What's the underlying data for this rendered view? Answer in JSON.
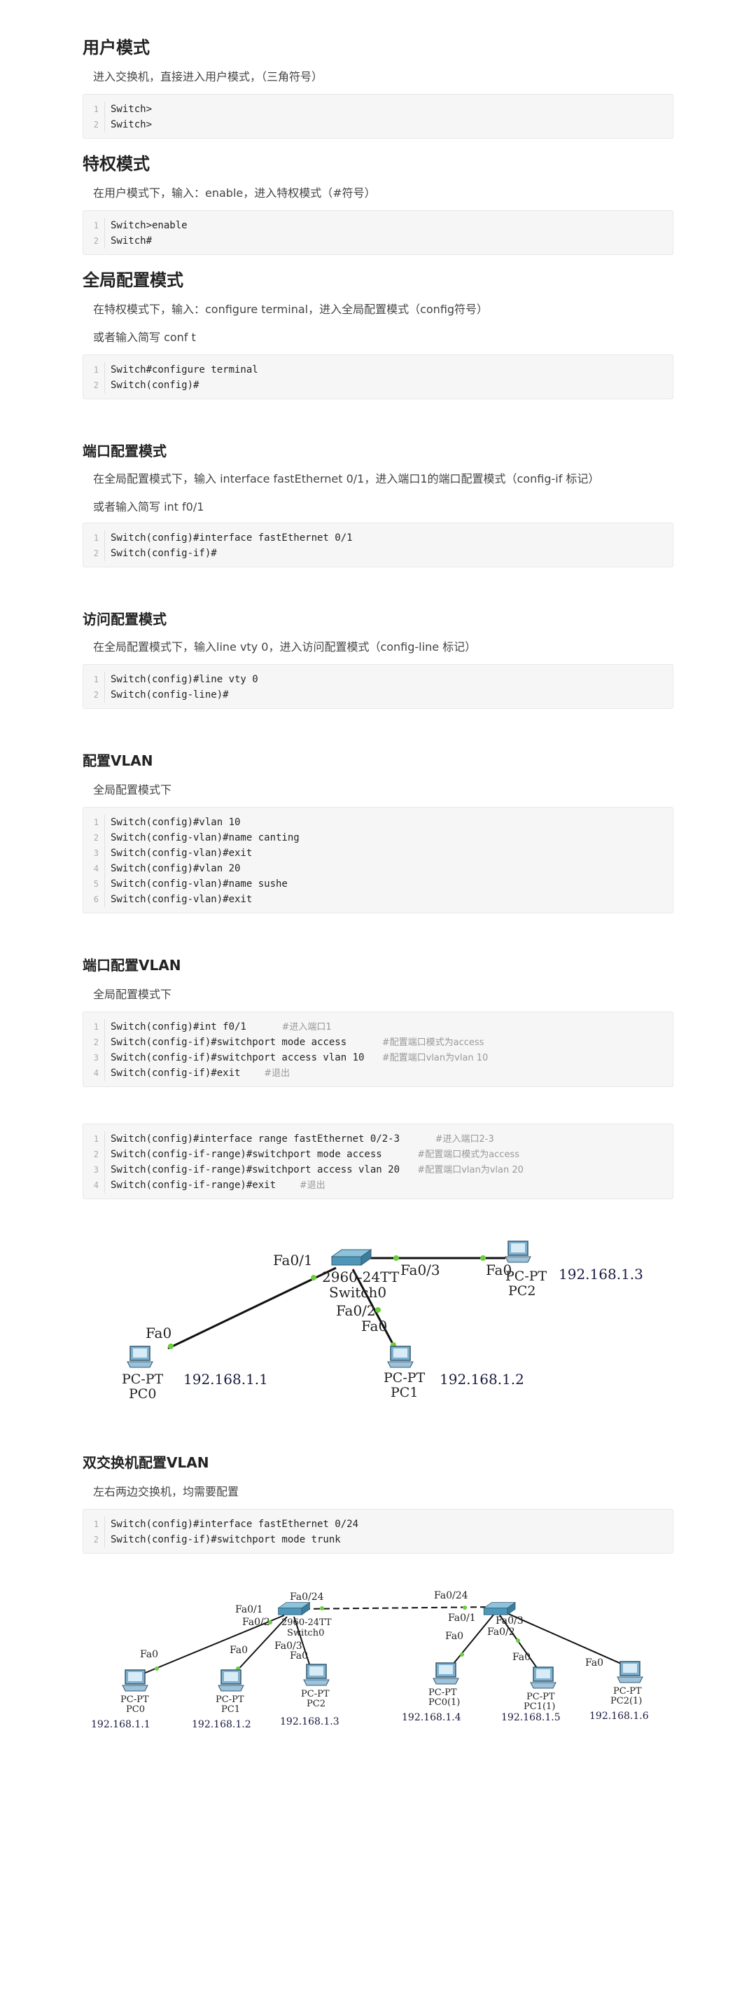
{
  "sections": {
    "user": {
      "title": "用户模式",
      "desc": "进入交换机，直接进入用户模式，（三角符号）",
      "code": [
        "Switch>",
        "Switch>"
      ]
    },
    "priv": {
      "title": "特权模式",
      "desc": "在用户模式下，输入：enable，进入特权模式（#符号）",
      "code": [
        "Switch>enable",
        "Switch#"
      ]
    },
    "global": {
      "title": "全局配置模式",
      "desc": "在特权模式下，输入：configure terminal，进入全局配置模式（config符号）",
      "desc2": "或者输入简写  conf t",
      "code": [
        "Switch#configure terminal",
        "Switch(config)#"
      ]
    },
    "port": {
      "title": "端口配置模式",
      "desc": "在全局配置模式下，输入 interface fastEthernet 0/1，进入端口1的端口配置模式（config-if 标记）",
      "desc2": "或者输入简写  int f0/1",
      "code": [
        "Switch(config)#interface fastEthernet 0/1",
        "Switch(config-if)#"
      ]
    },
    "access": {
      "title": "访问配置模式",
      "desc": "在全局配置模式下，输入line vty 0，进入访问配置模式（config-line 标记）",
      "code": [
        "Switch(config)#line vty 0",
        "Switch(config-line)#"
      ]
    },
    "vlan": {
      "title": "配置VLAN",
      "desc": "全局配置模式下",
      "code": [
        "Switch(config)#vlan 10",
        "Switch(config-vlan)#name canting",
        "Switch(config-vlan)#exit",
        "Switch(config)#vlan 20",
        "Switch(config-vlan)#name sushe",
        "Switch(config-vlan)#exit"
      ]
    },
    "portvlan": {
      "title": "端口配置VLAN",
      "desc": "全局配置模式下",
      "code": [
        {
          "c": "Switch(config)#int f0/1      ",
          "m": "#进入端口1"
        },
        {
          "c": "Switch(config-if)#switchport mode access      ",
          "m": "#配置端口模式为access"
        },
        {
          "c": "Switch(config-if)#switchport access vlan 10   ",
          "m": "#配置端口vlan为vlan 10"
        },
        {
          "c": "Switch(config-if)#exit    ",
          "m": "#退出"
        }
      ],
      "code2": [
        {
          "c": "Switch(config)#interface range fastEthernet 0/2-3      ",
          "m": "#进入端口2-3"
        },
        {
          "c": "Switch(config-if-range)#switchport mode access      ",
          "m": "#配置端口模式为access"
        },
        {
          "c": "Switch(config-if-range)#switchport access vlan 20   ",
          "m": "#配置端口vlan为vlan 20"
        },
        {
          "c": "Switch(config-if-range)#exit    ",
          "m": "#退出"
        }
      ]
    },
    "dual": {
      "title": "双交换机配置VLAN",
      "desc": "左右两边交换机，均需要配置",
      "code": [
        "Switch(config)#interface fastEthernet 0/24",
        "Switch(config-if)#switchport mode trunk"
      ]
    }
  },
  "diagram1": {
    "switch_model": "2960-24TT",
    "switch_name": "Switch0",
    "ports": {
      "p1": "Fa0/1",
      "p2": "Fa0/2",
      "p3": "Fa0/3",
      "fa0": "Fa0"
    },
    "pc0": {
      "type": "PC-PT",
      "name": "PC0",
      "ip": "192.168.1.1"
    },
    "pc1": {
      "type": "PC-PT",
      "name": "PC1",
      "ip": "192.168.1.2"
    },
    "pc2": {
      "type": "PC-PT",
      "name": "PC2",
      "ip": "192.168.1.3"
    }
  },
  "diagram2": {
    "switch_model": "2960-24TT",
    "switch_name": "Switch0",
    "ports": {
      "p24": "Fa0/24",
      "p1": "Fa0/1",
      "p2": "Fa0/2",
      "p3": "Fa0/3",
      "fa0": "Fa0"
    },
    "left_pcs": [
      {
        "type": "PC-PT",
        "name": "PC0",
        "ip": "192.168.1.1"
      },
      {
        "type": "PC-PT",
        "name": "PC1",
        "ip": "192.168.1.2"
      },
      {
        "type": "PC-PT",
        "name": "PC2",
        "ip": "192.168.1.3"
      }
    ],
    "right_pcs": [
      {
        "type": "PC-PT",
        "name": "PC0(1)",
        "ip": "192.168.1.4"
      },
      {
        "type": "PC-PT",
        "name": "PC1(1)",
        "ip": "192.168.1.5"
      },
      {
        "type": "PC-PT",
        "name": "PC2(1)",
        "ip": "192.168.1.6"
      }
    ]
  }
}
